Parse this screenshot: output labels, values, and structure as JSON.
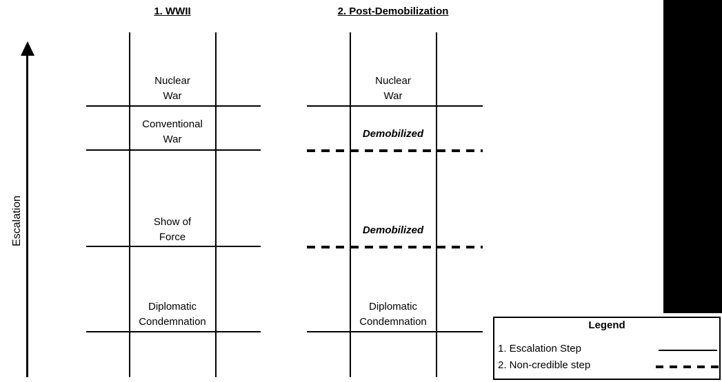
{
  "colors": {
    "line": "#000000",
    "background": "#ffffff",
    "redaction": "#000000"
  },
  "axis": {
    "label": "Escalation",
    "direction": "up"
  },
  "ladders": [
    {
      "id": "wwii",
      "title": "1. WWII",
      "levels": [
        {
          "label": "Nuclear\nWar",
          "step_type": "escalation-step"
        },
        {
          "label": "Conventional\nWar",
          "step_type": "escalation-step"
        },
        {
          "label": "Show of\nForce",
          "step_type": "escalation-step"
        },
        {
          "label": "Diplomatic\nCondemnation",
          "step_type": "escalation-step"
        }
      ]
    },
    {
      "id": "post-demobilization",
      "title": "2. Post-Demobilization",
      "levels": [
        {
          "label": "Nuclear\nWar",
          "step_type": "escalation-step"
        },
        {
          "label": "Demobilized",
          "step_type": "non-credible-step",
          "emphasis": "bold-italic"
        },
        {
          "label": "Demobilized",
          "step_type": "non-credible-step",
          "emphasis": "bold-italic"
        },
        {
          "label": "Diplomatic\nCondemnation",
          "step_type": "escalation-step"
        }
      ]
    }
  ],
  "legend": {
    "title": "Legend",
    "items": [
      {
        "label": "1. Escalation Step",
        "line_style": "solid"
      },
      {
        "label": "2. Non-credible step",
        "line_style": "dashed"
      }
    ]
  }
}
